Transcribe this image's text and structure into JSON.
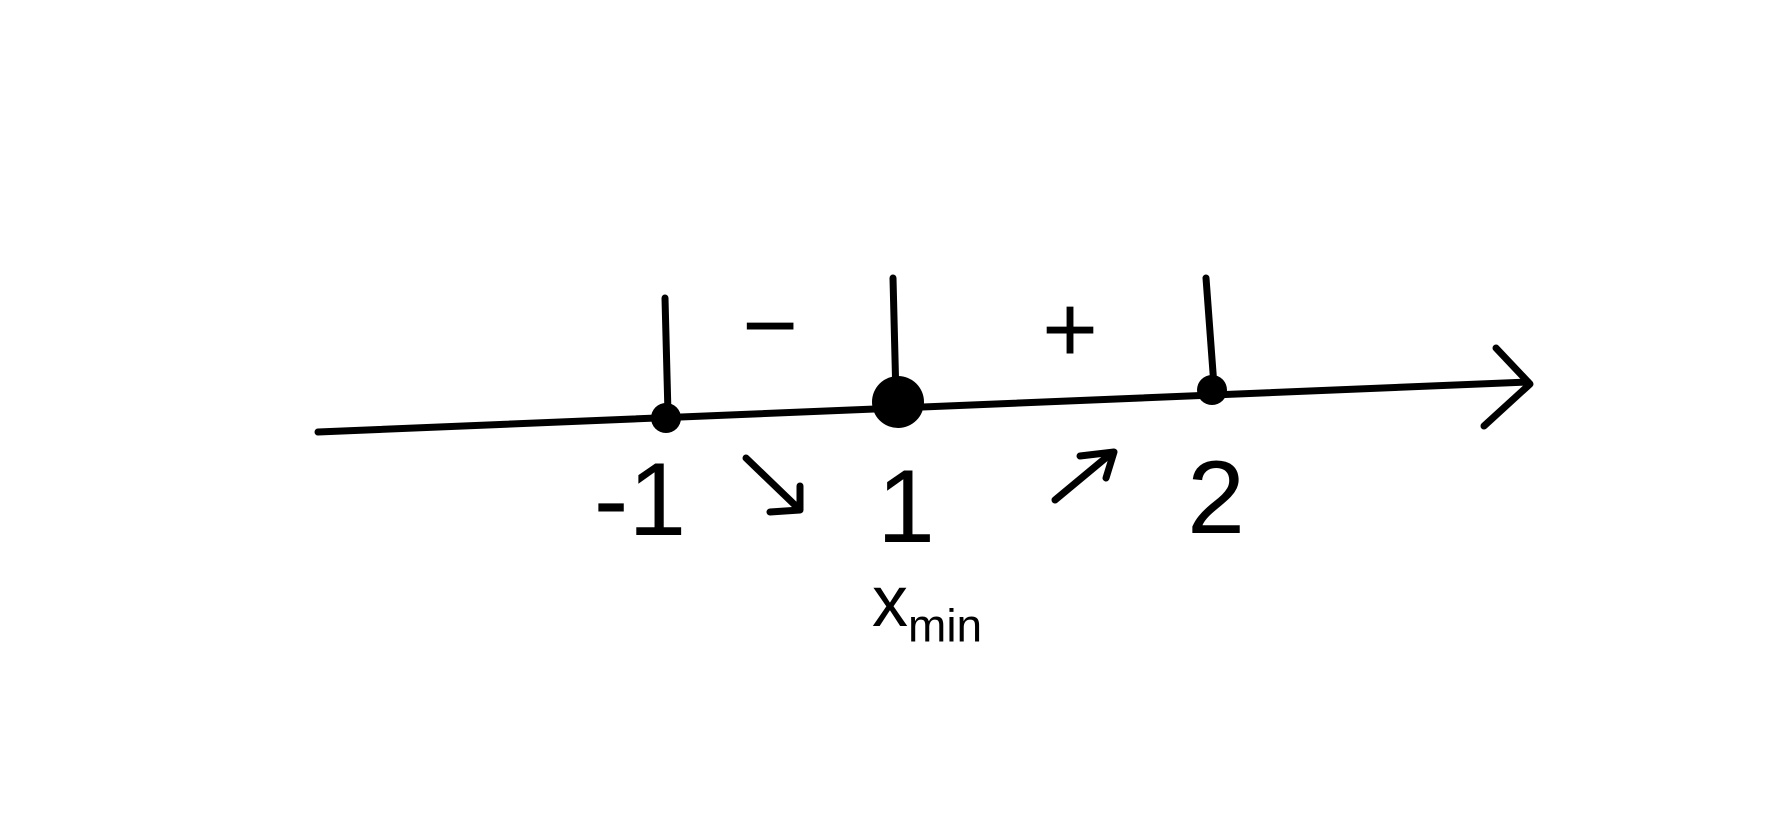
{
  "diagram": {
    "colors": {
      "ink": "#000000",
      "background": "#ffffff"
    },
    "points": [
      {
        "value": -1,
        "label": "-1",
        "marker": "small-dot"
      },
      {
        "value": 1,
        "label": "1",
        "marker": "large-dot"
      },
      {
        "value": 2,
        "label": "2",
        "marker": "small-dot"
      }
    ],
    "intervals": [
      {
        "from": -1,
        "to": 1,
        "sign": "−",
        "trend": "decreasing-arrow-icon"
      },
      {
        "from": 1,
        "to": 2,
        "sign": "+",
        "trend": "increasing-arrow-icon"
      }
    ],
    "annotation": {
      "base": "x",
      "subscript": "min"
    },
    "axis": {
      "direction": "right",
      "arrowhead": "arrow-right-icon"
    }
  }
}
